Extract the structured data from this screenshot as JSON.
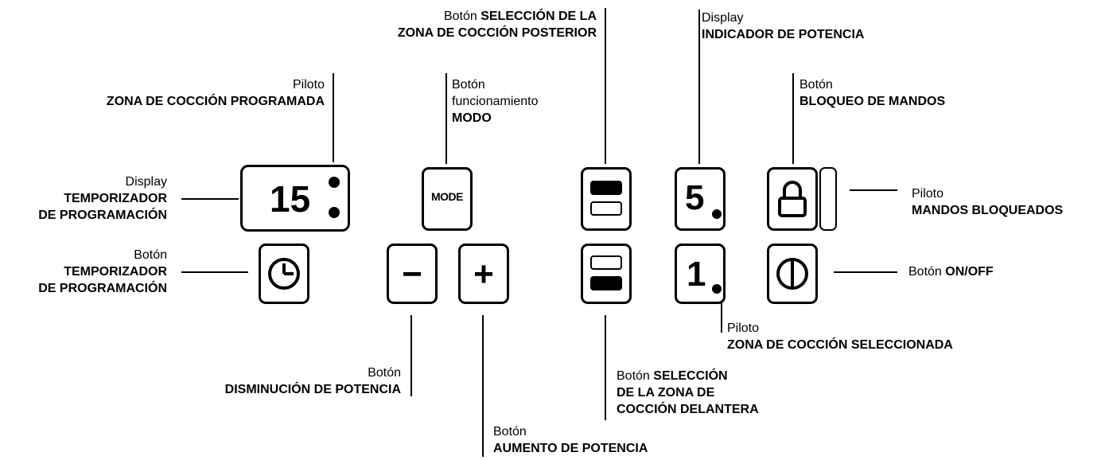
{
  "callouts": {
    "timer_display": {
      "line1": "Display",
      "line2": "TEMPORIZADOR",
      "line3": "DE PROGRAMACIÓN"
    },
    "timer_button": {
      "line1": "Botón",
      "line2": "TEMPORIZADOR",
      "line3": "DE PROGRAMACIÓN"
    },
    "programmed_zone_light": {
      "line1": "Piloto",
      "line2": "ZONA DE COCCIÓN PROGRAMADA"
    },
    "mode_button": {
      "line1": "Botón",
      "line2": "funcionamiento",
      "line3": "MODO"
    },
    "rear_zone_button": {
      "line1_prefix": "Botón ",
      "line1_bold": "SELECCIÓN DE LA",
      "line2": "ZONA DE COCCIÓN POSTERIOR"
    },
    "power_display": {
      "line1": "Display",
      "line2": "INDICADOR DE POTENCIA"
    },
    "lock_button": {
      "line1": "Botón",
      "line2": "BLOQUEO DE MANDOS"
    },
    "locked_light": {
      "line1": "Piloto",
      "line2": "MANDOS BLOQUEADOS"
    },
    "onoff_button": {
      "prefix": "Botón ",
      "bold": "ON/OFF"
    },
    "selected_zone_light": {
      "line1": "Piloto",
      "line2": "ZONA DE COCCIÓN SELECCIONADA"
    },
    "decrease_button": {
      "line1": "Botón",
      "line2": "DISMINUCIÓN DE POTENCIA"
    },
    "increase_button": {
      "line1": "Botón",
      "line2": "AUMENTO DE POTENCIA"
    },
    "front_zone_button": {
      "line1_prefix": "Botón ",
      "line1_bold": "SELECCIÓN",
      "line2": "DE LA ZONA DE",
      "line3": "COCCIÓN DELANTERA"
    }
  },
  "keys": {
    "timer_value": "15",
    "mode_label": "MODE",
    "power_top_digit": "5",
    "power_bottom_digit": "1",
    "minus_glyph": "−",
    "plus_glyph": "+"
  }
}
